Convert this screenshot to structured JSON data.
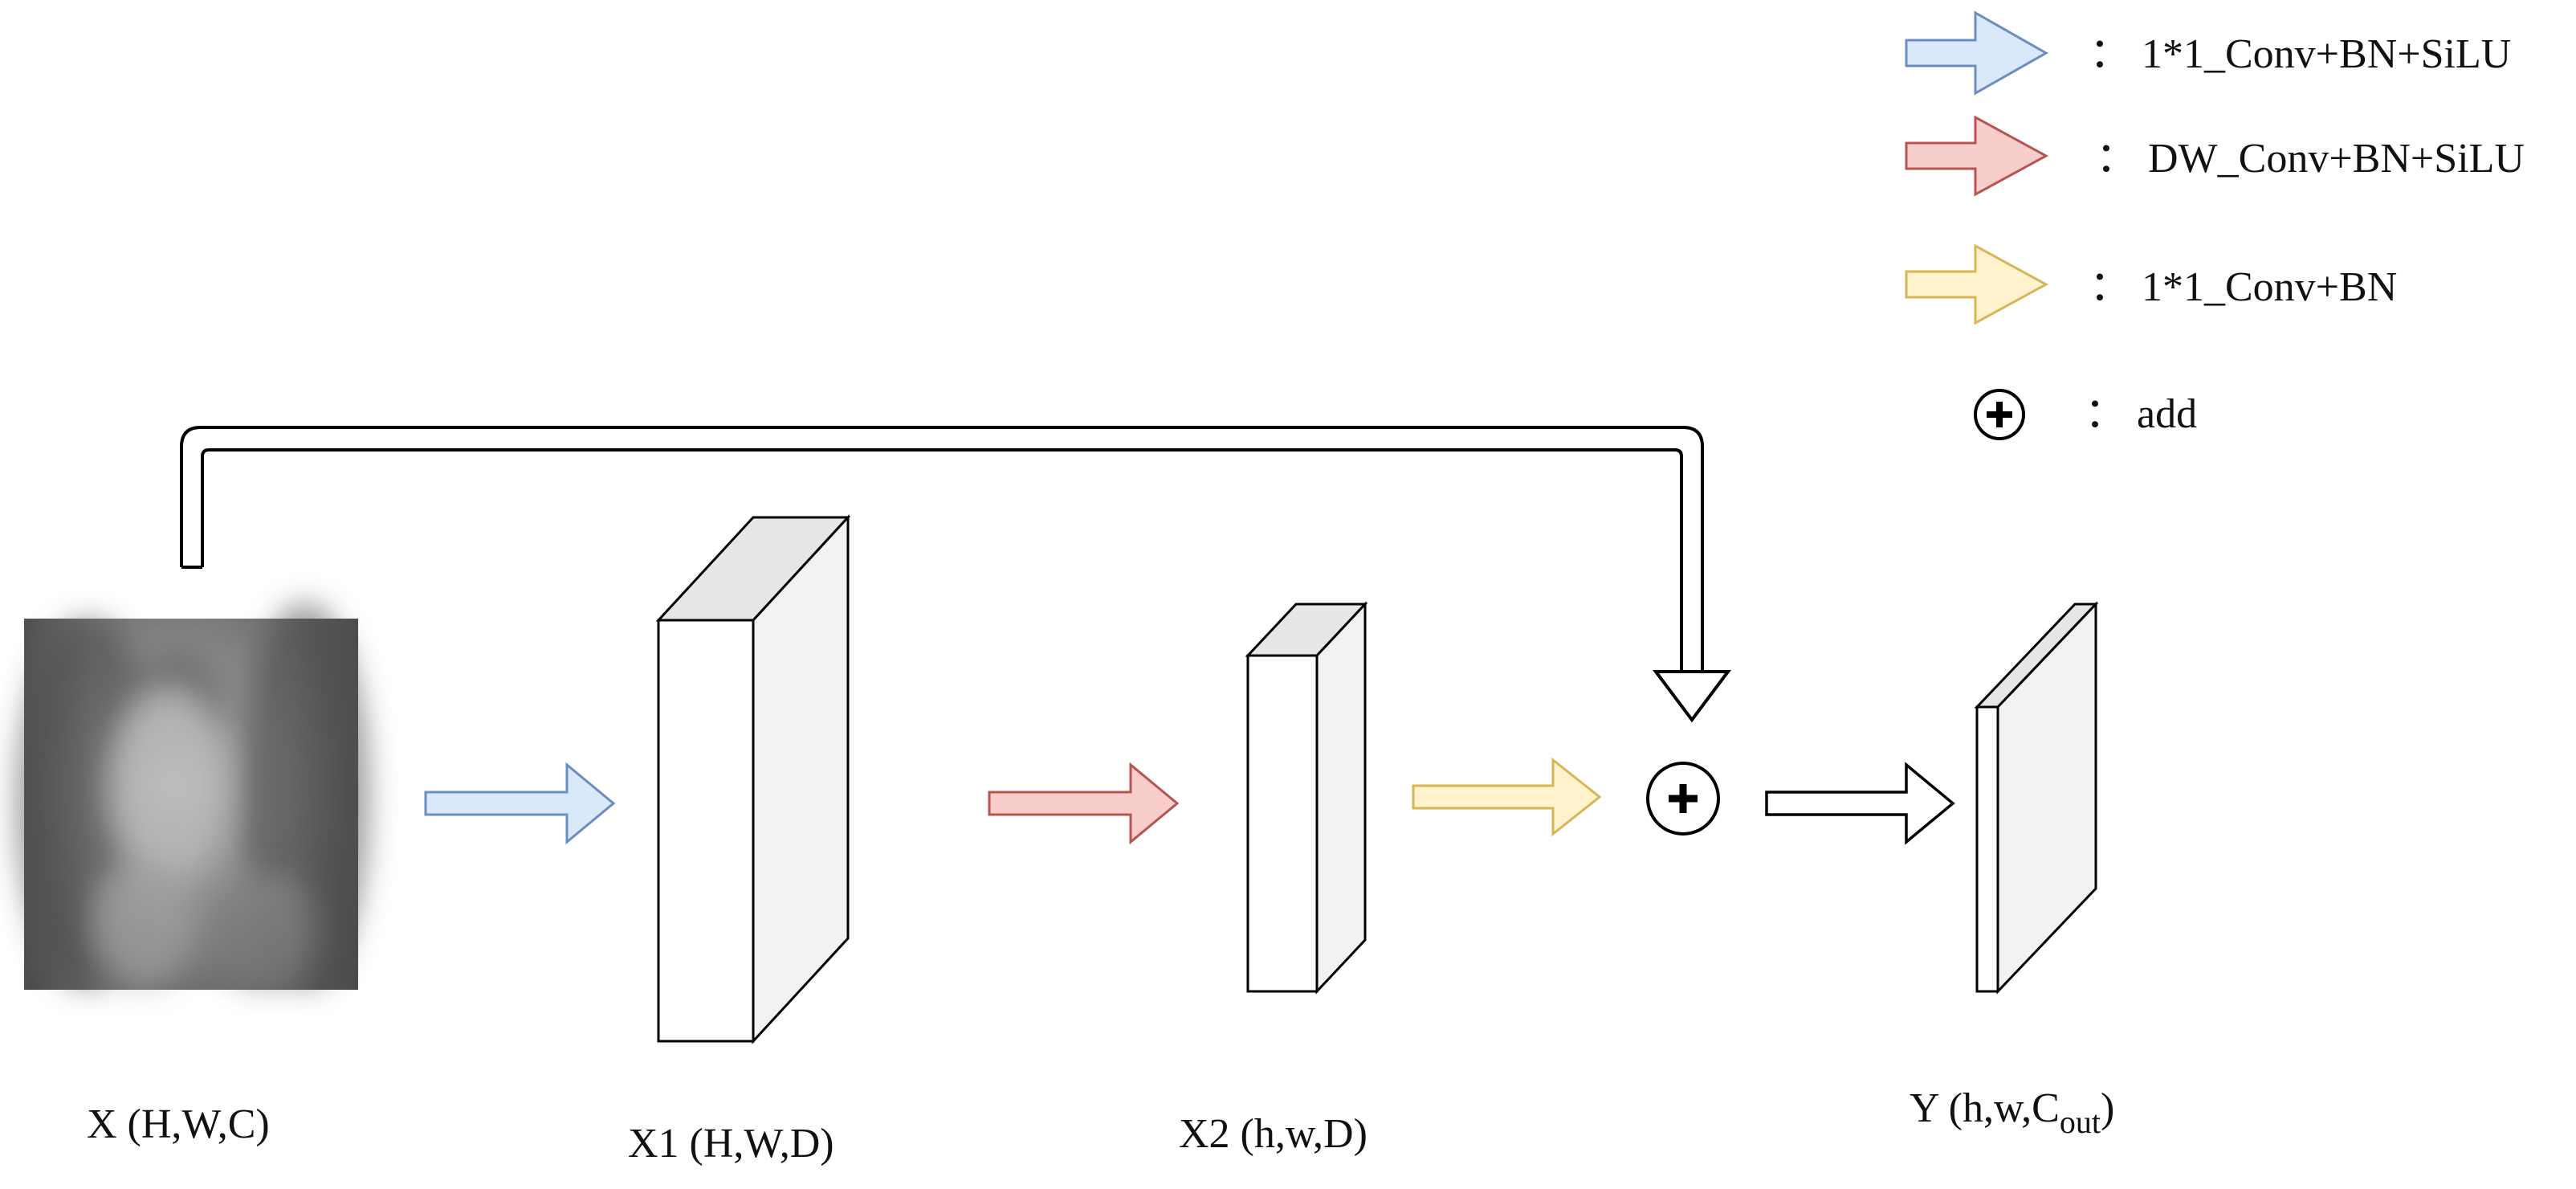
{
  "colors": {
    "blue_fill": "#dae8fc",
    "blue_stroke": "#6c8ebf",
    "red_fill": "#f8cecc",
    "red_stroke": "#b85450",
    "yellow_fill": "#fff2cc",
    "yellow_stroke": "#d6b656",
    "box_front": "#ffffff",
    "box_top": "#e6e6e6",
    "box_side": "#f2f2f2",
    "stroke": "#000000"
  },
  "legend": [
    {
      "icon": "blue-arrow",
      "label": "： 1*1_Conv+BN+SiLU"
    },
    {
      "icon": "red-arrow",
      "label": "： DW_Conv+BN+SiLU"
    },
    {
      "icon": "yellow-arrow",
      "label": "： 1*1_Conv+BN"
    },
    {
      "icon": "add-circle",
      "label": "： add"
    }
  ],
  "nodes": {
    "x": {
      "label": "X (H,W,C)",
      "image": "grayscale-vein-image"
    },
    "x1": {
      "label": "X1 (H,W,D)"
    },
    "x2": {
      "label": "X2 (h,w,D)"
    },
    "y": {
      "label_main": "Y (h,w,C",
      "label_sub": "out",
      "label_end": ")"
    }
  },
  "operators": {
    "add_symbol": "+"
  }
}
